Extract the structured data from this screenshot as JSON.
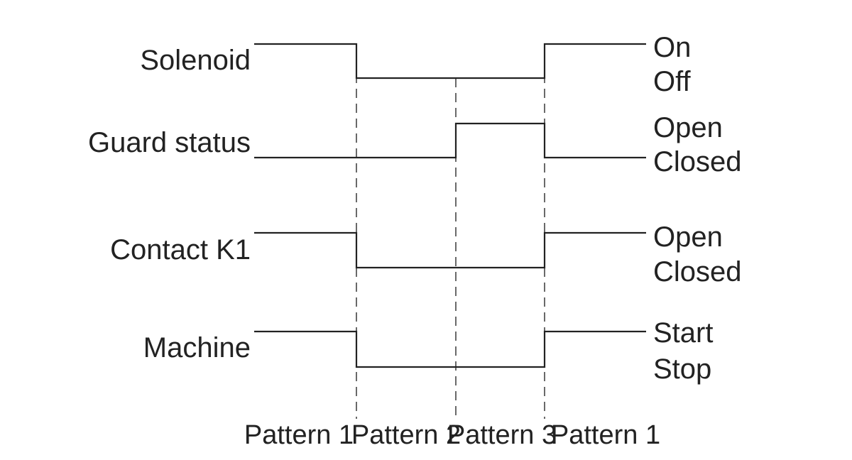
{
  "signals": [
    {
      "name": "Solenoid",
      "states": [
        "On",
        "Off"
      ],
      "levels": [
        "high",
        "low",
        "low",
        "high"
      ]
    },
    {
      "name": "Guard status",
      "states": [
        "Open",
        "Closed"
      ],
      "levels": [
        "low",
        "low",
        "high",
        "low"
      ]
    },
    {
      "name": "Contact K1",
      "states": [
        "Open",
        "Closed"
      ],
      "levels": [
        "high",
        "low",
        "low",
        "high"
      ]
    },
    {
      "name": "Machine",
      "states": [
        "Start",
        "Stop"
      ],
      "levels": [
        "high",
        "low",
        "low",
        "high"
      ]
    }
  ],
  "patterns": [
    "Pattern 1",
    "Pattern 2",
    "Pattern 3",
    "Pattern 1"
  ],
  "colors": {
    "line": "#222222",
    "text": "#222222",
    "background": "#ffffff"
  }
}
